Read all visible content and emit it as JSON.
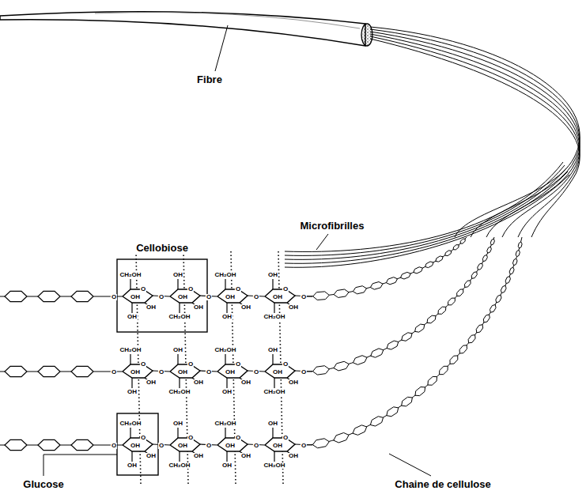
{
  "diagram": {
    "labels": [
      "Fibre",
      "Microfibrilles",
      "Cellobiose",
      "O",
      "CH₂OH",
      "OH",
      "O",
      "OH",
      "OH",
      "O",
      "OH",
      "OH",
      "O",
      "OH",
      "CH₂OH",
      "O",
      "CH₂OH",
      "OH",
      "O",
      "OH",
      "OH",
      "O",
      "OH",
      "OH",
      "O",
      "OH",
      "CH₂OH",
      "O",
      "O",
      "CH₂OH",
      "OH",
      "O",
      "OH",
      "OH",
      "O",
      "OH",
      "OH",
      "O",
      "OH",
      "CH₂OH",
      "O",
      "CH₂OH",
      "OH",
      "O",
      "OH",
      "OH",
      "O",
      "OH",
      "OH",
      "O",
      "OH",
      "CH₂OH",
      "O",
      "O",
      "CH₂OH",
      "OH",
      "O",
      "OH",
      "OH",
      "O",
      "OH",
      "OH",
      "O",
      "OH",
      "CH₂OH",
      "O",
      "CH₂OH",
      "OH",
      "O",
      "OH",
      "OH",
      "O",
      "OH",
      "OH",
      "O",
      "OH",
      "CH₂OH",
      "O",
      "Glucose",
      "Chaine de cellulose"
    ]
  }
}
